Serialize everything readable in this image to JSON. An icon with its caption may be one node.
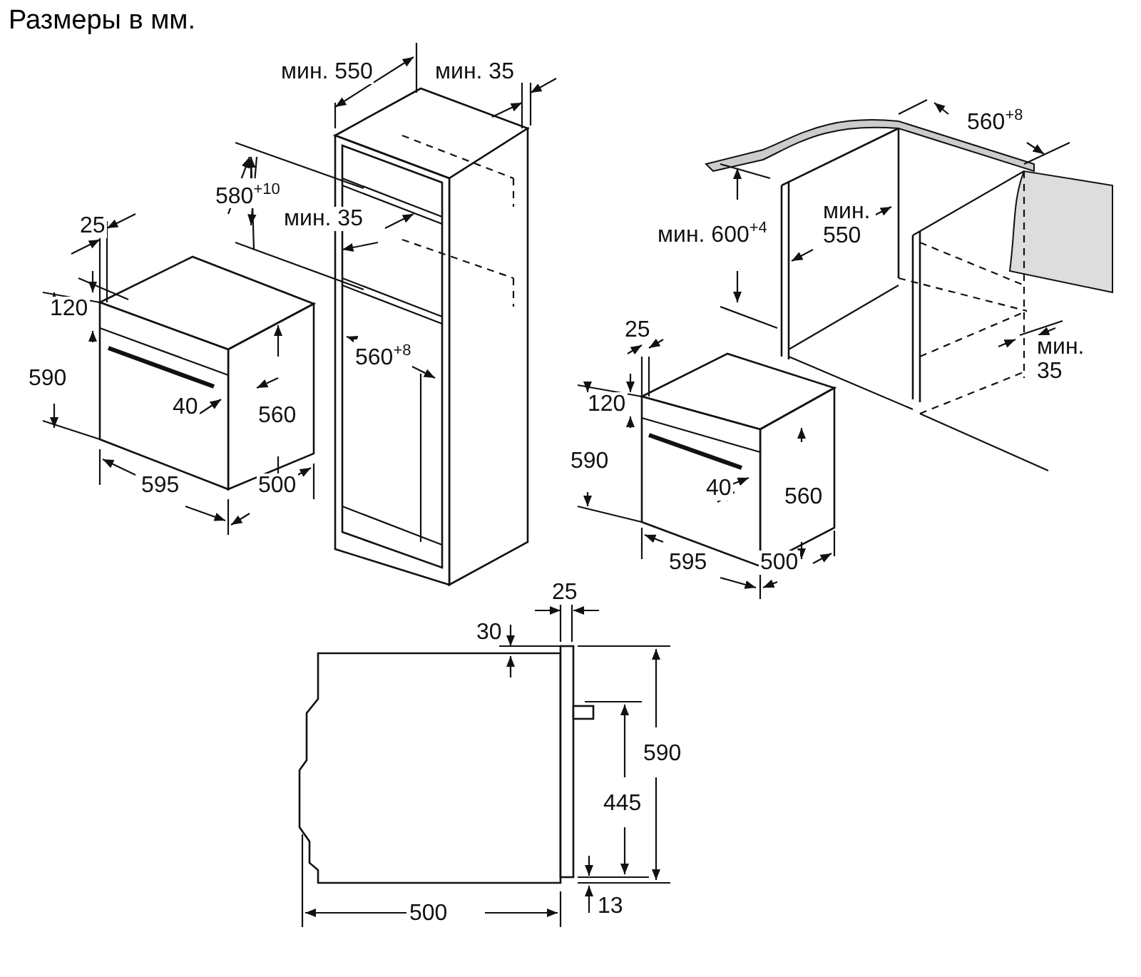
{
  "diagram": {
    "title": "Размеры в мм.",
    "labels": [
      "мин. 550",
      "мин. 35",
      "580$^{+10}$",
      "мин. 35",
      "25",
      "120",
      "590",
      "40",
      "560",
      "595",
      "500",
      "560$^{+8}$",
      "560$^{+8}$",
      "мин. 600$^{+4}$",
      "мин. 550",
      "25",
      "мин. 35",
      "120",
      "590",
      "40",
      "560",
      "595",
      "500",
      "25",
      "30",
      "590",
      "445",
      "500",
      "13"
    ]
  }
}
